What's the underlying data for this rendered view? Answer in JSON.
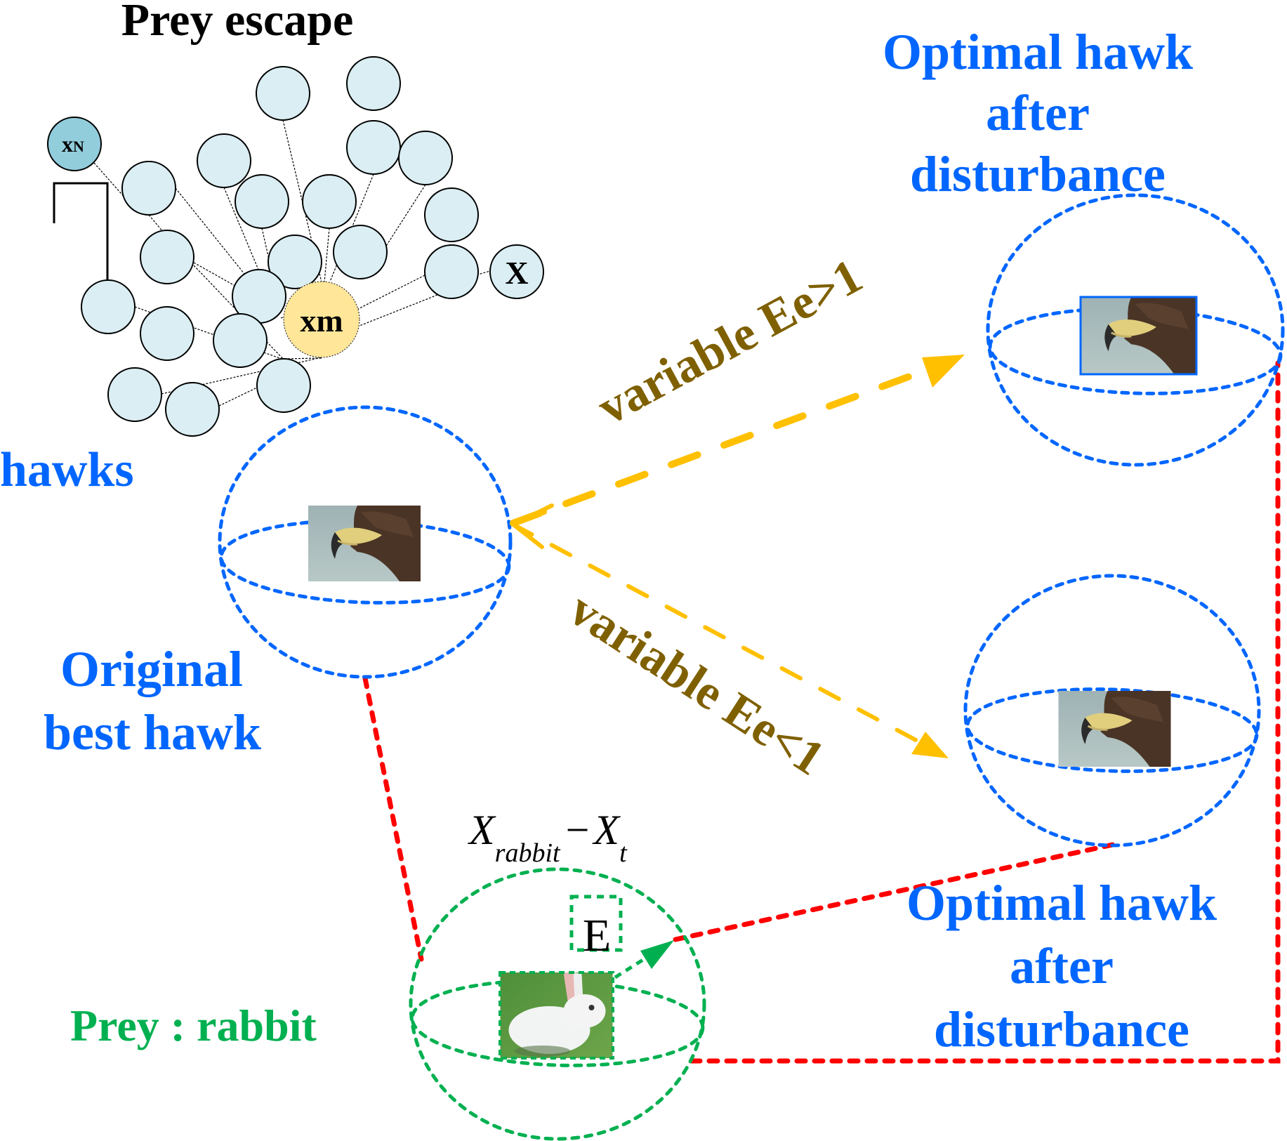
{
  "diagram": {
    "title": "Prey escape",
    "colors": {
      "hawk_label": "#0066FF",
      "prey_label": "#00B050",
      "variable_label": "#7F6000",
      "arrow": "#FFC000",
      "link": "#FF0000",
      "node_fill": "#DAEEF3",
      "node_xn_fill": "#92CDDC",
      "node_xm_fill": "#FFE699"
    },
    "swarm": {
      "node_xn_label": "xN",
      "node_xn_main": "x",
      "node_xn_sub": "N",
      "node_xm_label": "xm",
      "node_x_label": "X",
      "hawks_label": "hawks"
    },
    "original_hawk": {
      "label_line1": "Original",
      "label_line2": "best hawk",
      "image": "hawk-photo"
    },
    "optimal_hawk_top": {
      "label_line1": "Optimal hawk",
      "label_line2": "after",
      "label_line3": "disturbance",
      "image": "hawk-photo"
    },
    "optimal_hawk_bottom": {
      "label_line1": "Optimal hawk",
      "label_line2": "after",
      "label_line3": "disturbance",
      "image": "hawk-photo"
    },
    "transitions": {
      "high_energy": "variable  Ee>1",
      "low_energy": "variable  Ee<1"
    },
    "prey": {
      "label": "Prey :  rabbit",
      "formula_main_1": "X",
      "formula_sub_1": "rabbit",
      "formula_op": "−",
      "formula_main_2": "X",
      "formula_sub_2": "t",
      "energy_symbol": "E",
      "image": "rabbit-photo"
    }
  }
}
